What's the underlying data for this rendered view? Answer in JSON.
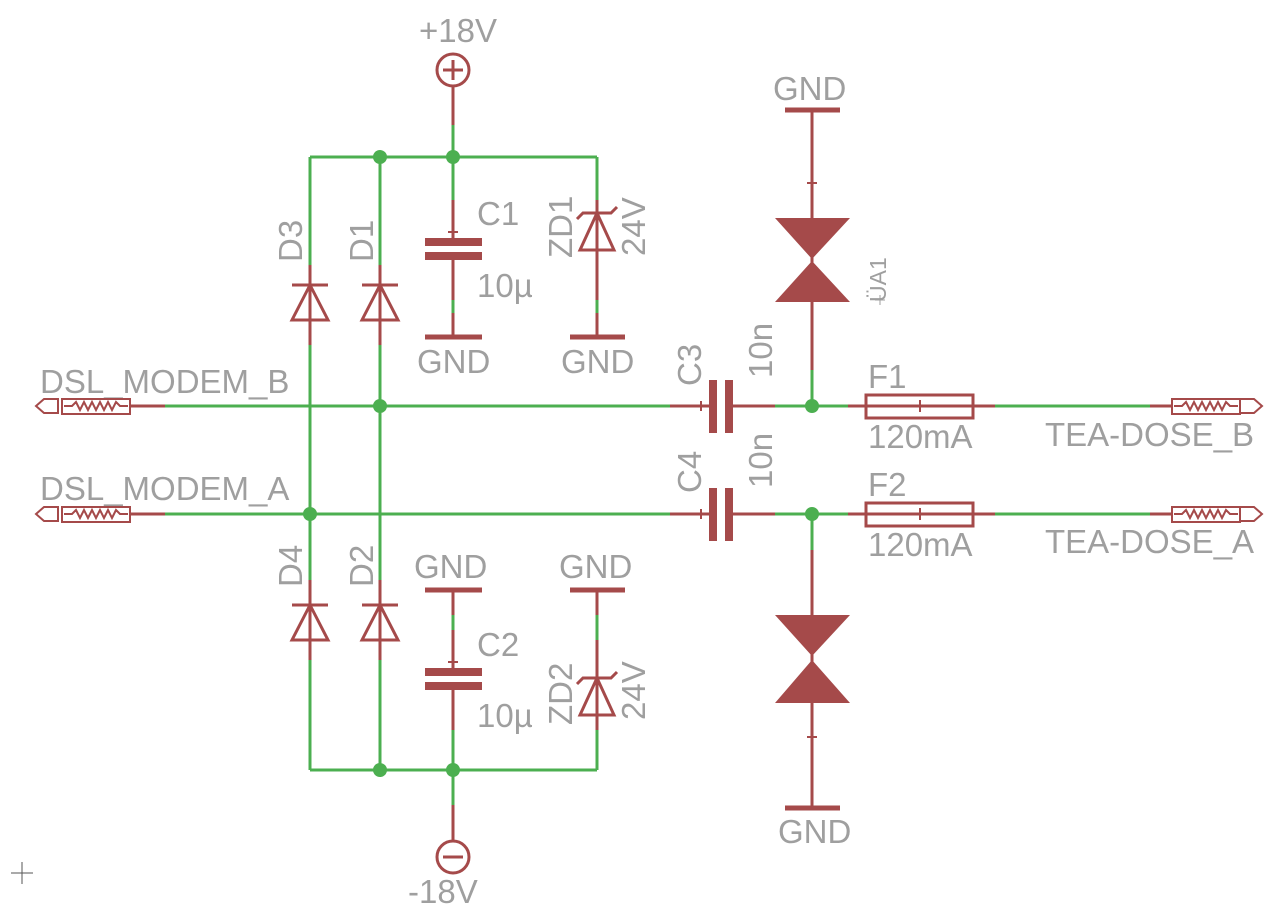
{
  "colors": {
    "background": "#ffffff",
    "net_wire": "#4caf50",
    "junction": "#4caf50",
    "symbol": "#a54a4a",
    "label": "#9f9f9f"
  },
  "supply": {
    "positive": {
      "label": "+18V",
      "icon": "plus-icon"
    },
    "negative": {
      "label": "-18V",
      "icon": "minus-icon"
    }
  },
  "grounds": {
    "c1": "GND",
    "zd1": "GND",
    "ua1_top": "GND",
    "c2": "GND",
    "zd2": "GND",
    "ua1_bottom": "GND"
  },
  "diodes": {
    "d1": "D1",
    "d2": "D2",
    "d3": "D3",
    "d4": "D4"
  },
  "capacitors": {
    "c1": {
      "name": "C1",
      "value": "10µ"
    },
    "c2": {
      "name": "C2",
      "value": "10µ"
    },
    "c3": {
      "name": "C3",
      "value": "10n"
    },
    "c4": {
      "name": "C4",
      "value": "10n"
    }
  },
  "zener_diodes": {
    "zd1": {
      "name": "ZD1",
      "value": "24V"
    },
    "zd2": {
      "name": "ZD2",
      "value": "24V"
    }
  },
  "fuses": {
    "f1": {
      "name": "F1",
      "value": "120mA"
    },
    "f2": {
      "name": "F2",
      "value": "120mA"
    }
  },
  "surge_arrester": {
    "name": "ÜA1"
  },
  "connectors": {
    "modem_b": "DSL_MODEM_B",
    "modem_a": "DSL_MODEM_A",
    "socket_b": "TEA-DOSE_B",
    "socket_a": "TEA-DOSE_A"
  }
}
